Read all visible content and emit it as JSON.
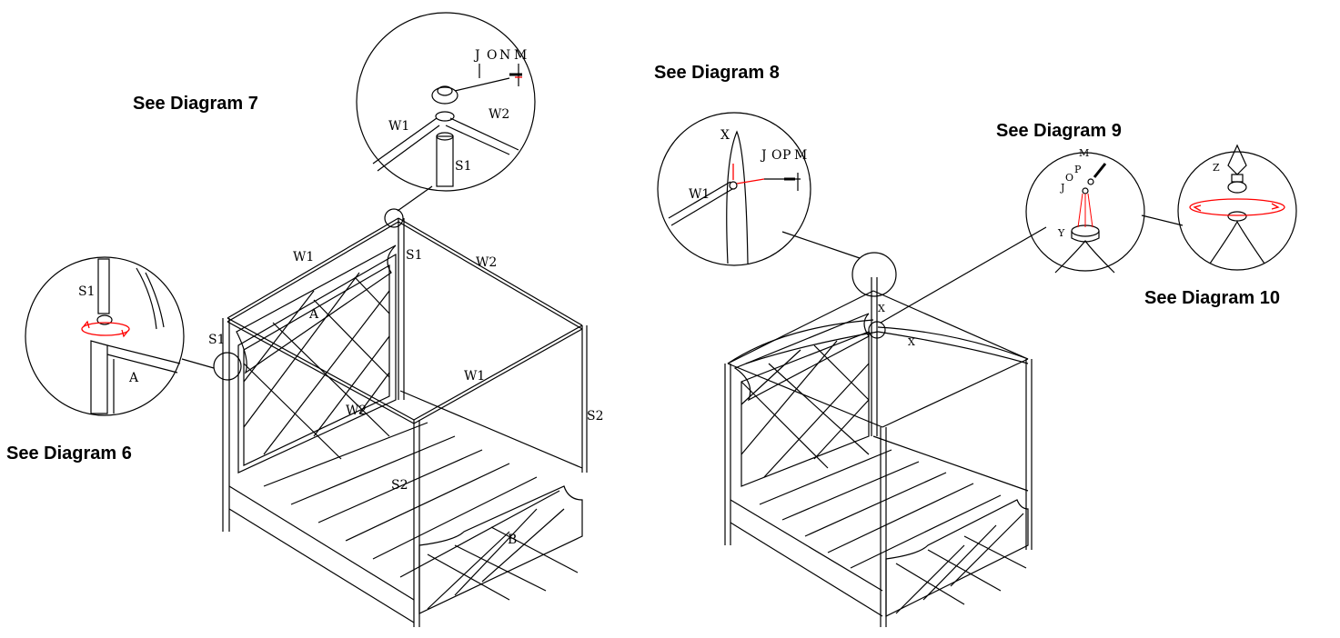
{
  "captions": {
    "diagram6": "See Diagram 6",
    "diagram7": "See Diagram 7",
    "diagram8": "See Diagram 8",
    "diagram9": "See Diagram 9",
    "diagram10": "See Diagram 10"
  },
  "part_labels": {
    "s1": "S1",
    "s2": "S2",
    "w1": "W1",
    "w2": "W2",
    "a": "A",
    "b": "B",
    "j": "J",
    "o": "O",
    "n": "N",
    "m": "M",
    "p": "P",
    "x": "X",
    "y": "Y",
    "z": "Z"
  },
  "colors": {
    "line": "#000000",
    "arrow": "#ff0000",
    "background": "#ffffff"
  }
}
